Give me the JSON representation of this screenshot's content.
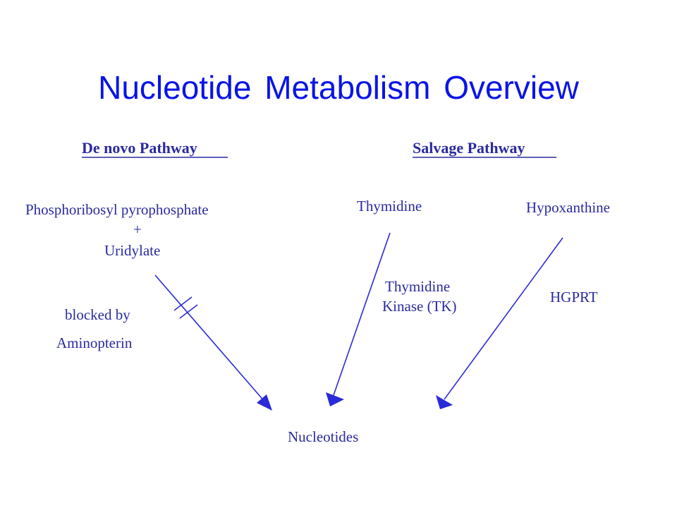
{
  "slide": {
    "title": "Nucleotide Metabolism Overview"
  },
  "diagram": {
    "de_novo_heading": "De novo Pathway",
    "salvage_heading": "Salvage Pathway",
    "de_novo_substrate_line1": "Phosphoribosyl pyrophosphate",
    "de_novo_plus": "+",
    "de_novo_substrate_line2": "Uridylate",
    "blocked_line1": "blocked by",
    "blocked_line2": "Aminopterin",
    "thymidine": "Thymidine",
    "thymidine_enzyme_line1": "Thymidine",
    "thymidine_enzyme_line2": "Kinase (TK)",
    "hypoxanthine": "Hypoxanthine",
    "hypoxanthine_enzyme": "HGPRT",
    "product": "Nucleotides",
    "colors": {
      "title": "#0a14e6",
      "text": "#2a2aa0",
      "arrows": "#2a2ad8"
    },
    "icons": [
      "arrow-head-icon",
      "block-mark-icon"
    ]
  }
}
